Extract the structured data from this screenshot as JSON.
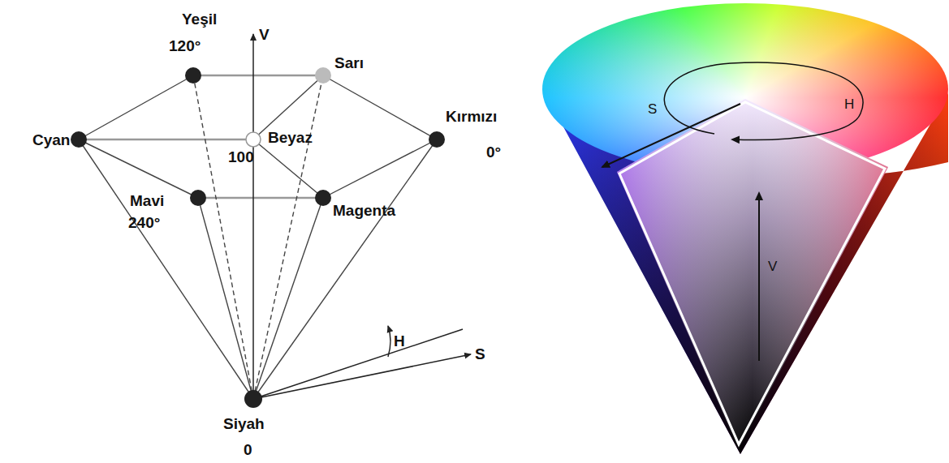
{
  "diagram": {
    "labels": [
      "Yeşil",
      "120°",
      "V",
      "Sarı",
      "Cyan",
      "Beyaz",
      "100",
      "Kırmızı",
      "0°",
      "Mavi",
      "240°",
      "Magenta",
      "H",
      "S",
      "Siyah",
      "0",
      "S",
      "H",
      "V"
    ]
  }
}
